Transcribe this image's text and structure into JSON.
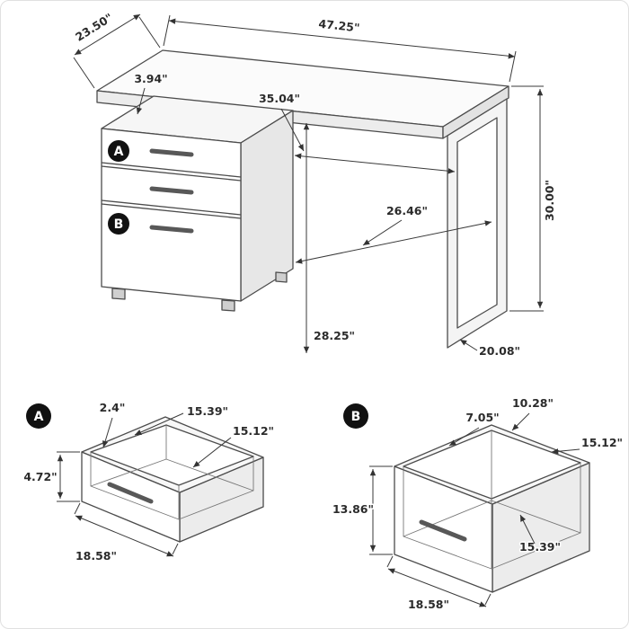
{
  "main_view": {
    "callout_a": "A",
    "callout_b": "B",
    "dim_width_top": "47.25\"",
    "dim_depth_top": "23.50\"",
    "dim_gap": "3.94\"",
    "dim_inner_span": "35.04\"",
    "dim_height": "30.00\"",
    "dim_inner_clearance": "26.46\"",
    "dim_underside_height": "28.25\"",
    "dim_leg_base": "20.08\""
  },
  "drawer_a_view": {
    "callout": "A",
    "dim_lip": "2.4\"",
    "dim_depth_outer": "15.39\"",
    "dim_depth_inner": "15.12\"",
    "dim_height": "4.72\"",
    "dim_width": "18.58\""
  },
  "drawer_b_view": {
    "callout": "B",
    "dim_lip": "7.05\"",
    "dim_top": "10.28\"",
    "dim_inner": "15.12\"",
    "dim_height": "13.86\"",
    "dim_bottom_inner": "15.39\"",
    "dim_width": "18.58\""
  }
}
